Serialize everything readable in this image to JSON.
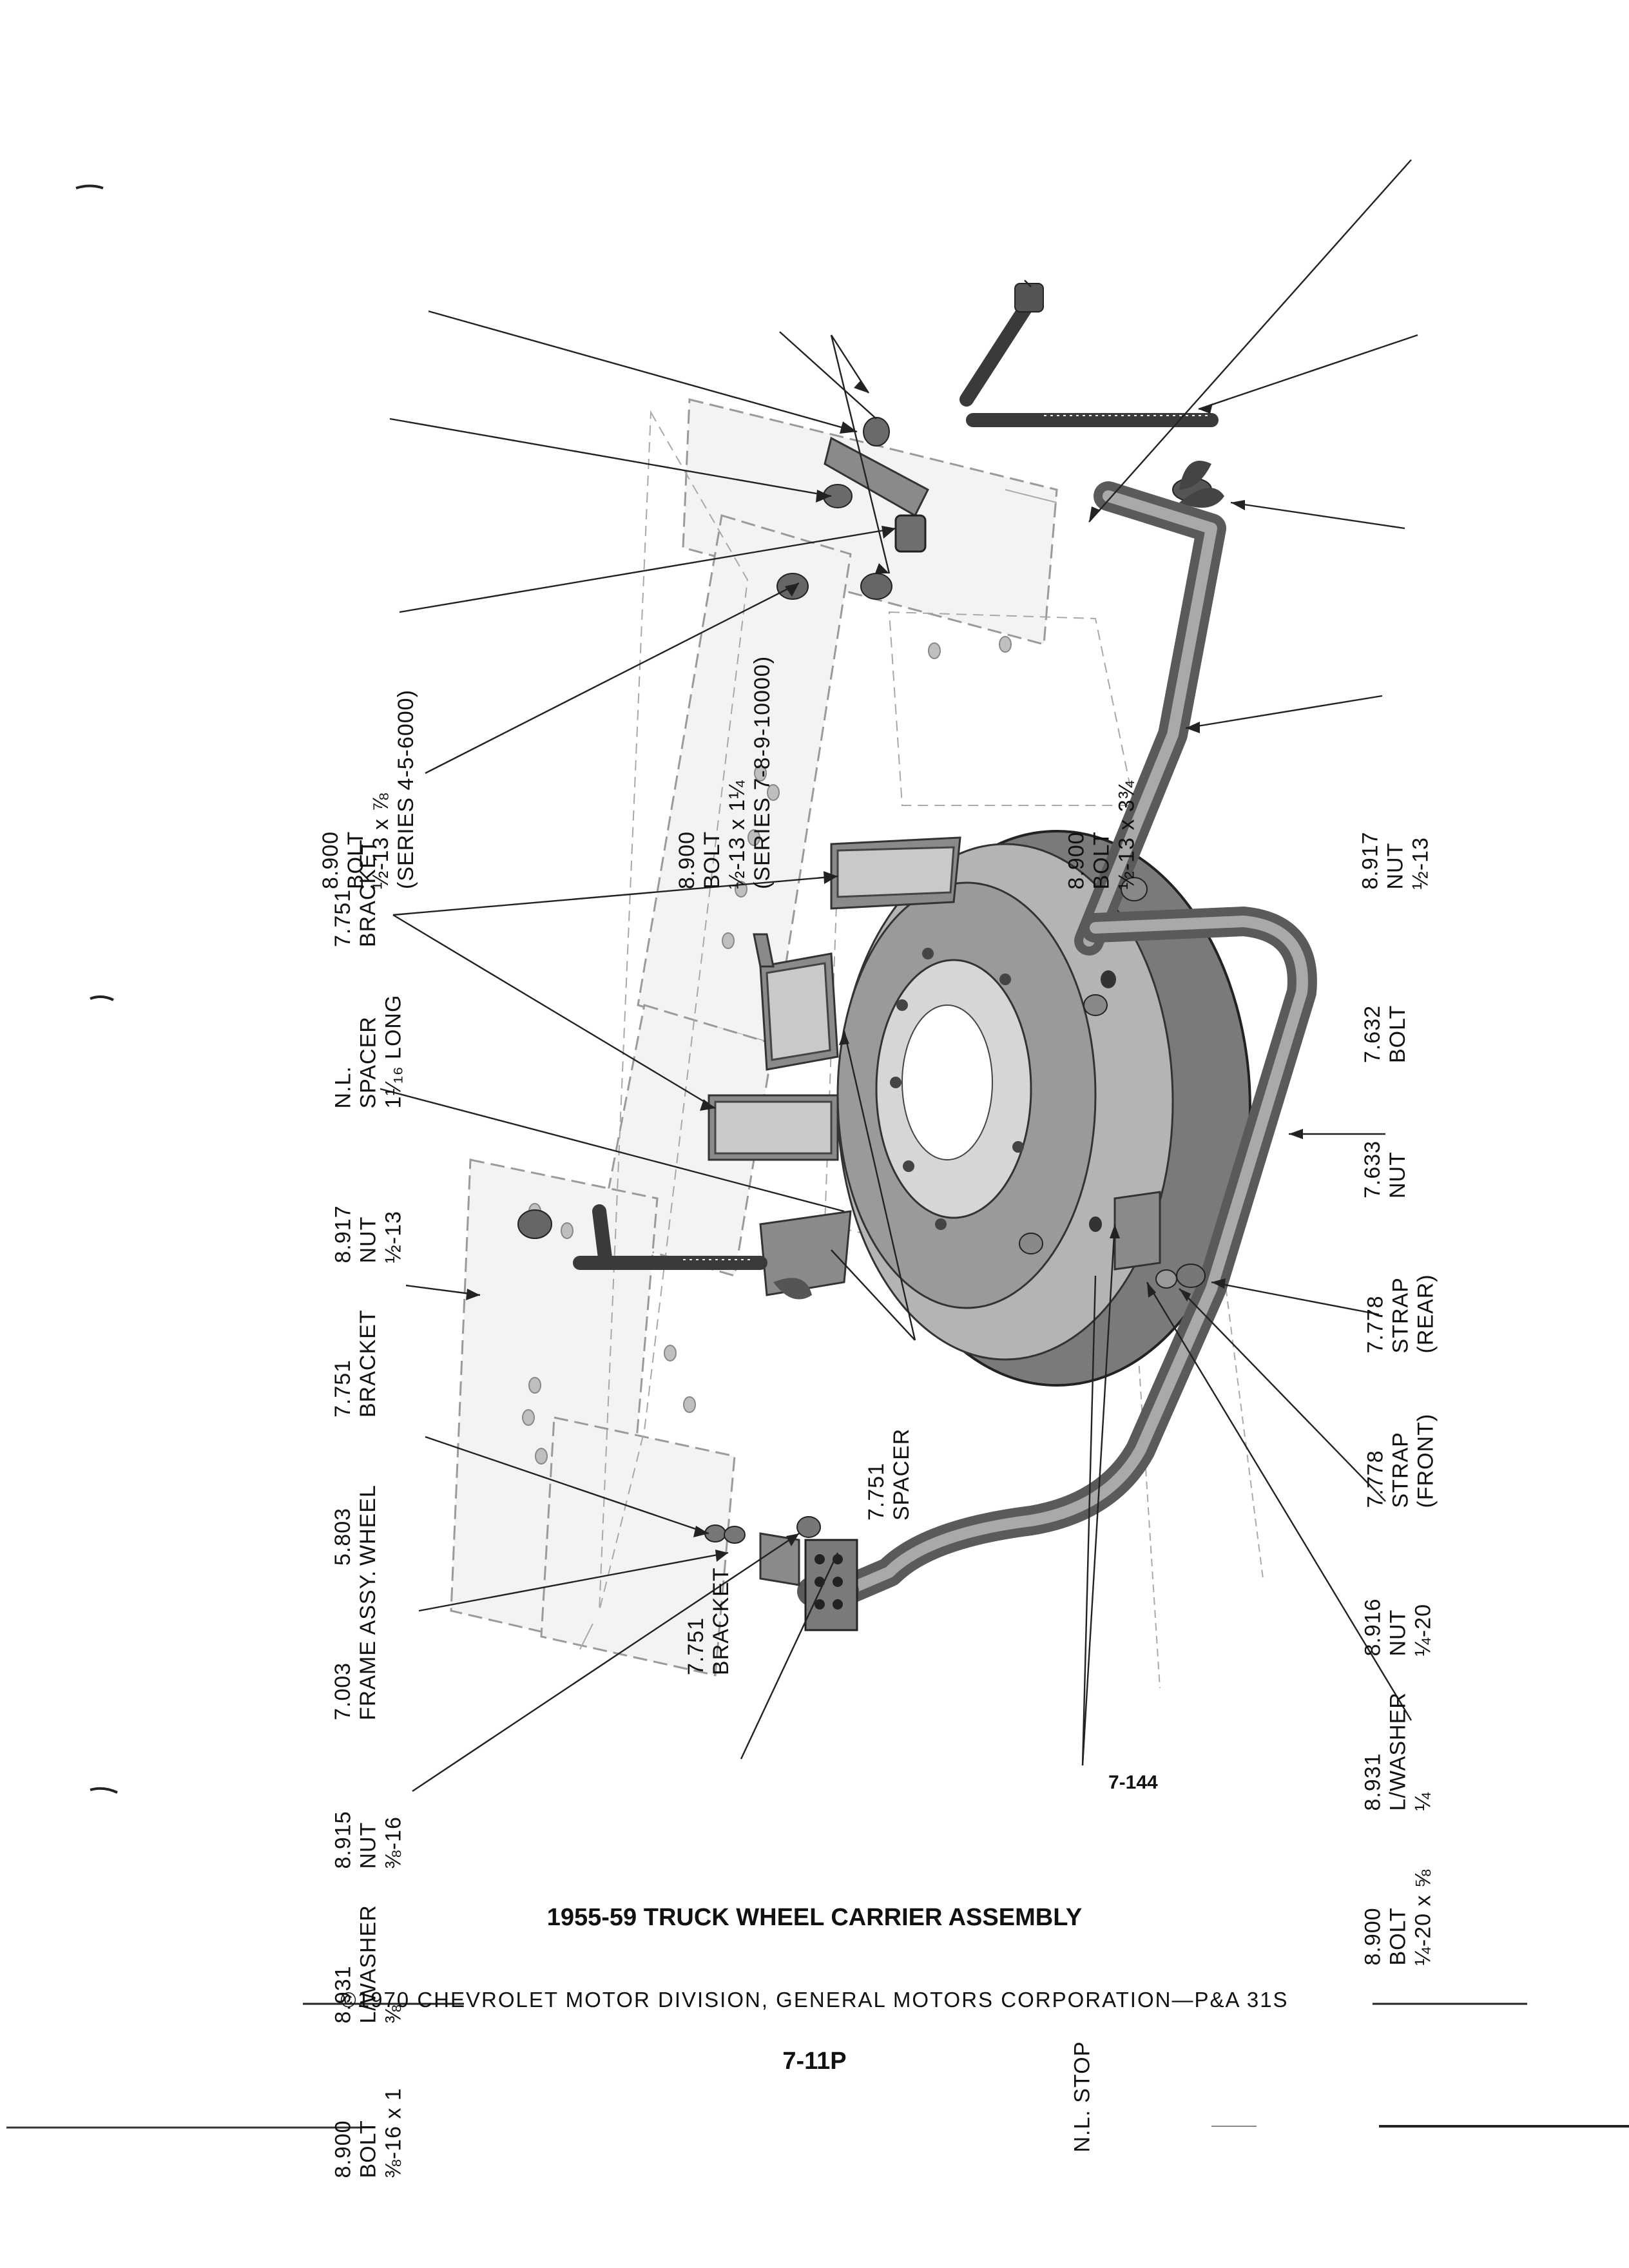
{
  "callouts": [
    {
      "id": "bolt-half-13-x-seven-eighths",
      "lines": [
        "8.900",
        "BOLT",
        "½-13 x ⅞",
        "(SERIES 4-5-6000)"
      ]
    },
    {
      "id": "bracket-upper",
      "lines": [
        "7.751",
        "BRACKET"
      ]
    },
    {
      "id": "spacer-nl",
      "lines": [
        "N.L.",
        "SPACER",
        "1¹⁄₁₆ LONG"
      ]
    },
    {
      "id": "nut-half-13-left",
      "lines": [
        "8.917",
        "NUT",
        "½-13"
      ]
    },
    {
      "id": "bracket-middle",
      "lines": [
        "7.751",
        "BRACKET"
      ]
    },
    {
      "id": "wheel",
      "lines": [
        "5.803",
        "WHEEL"
      ]
    },
    {
      "id": "frame-assy",
      "lines": [
        "7.003",
        "FRAME ASSY."
      ]
    },
    {
      "id": "nut-three-eighths-16",
      "lines": [
        "8.915",
        "NUT",
        "⅜-16"
      ]
    },
    {
      "id": "lock-washer-three-eighths",
      "lines": [
        "8.931",
        "L/WASHER",
        "⅜"
      ]
    },
    {
      "id": "bolt-three-eighths-16-x-1",
      "lines": [
        "8.900",
        "BOLT",
        "⅜-16 x 1"
      ]
    },
    {
      "id": "bolt-half-13-x-one-quarter",
      "lines": [
        "8.900",
        "BOLT",
        "½-13 x 1¼",
        "(SERIES 7-8-9-10000)"
      ]
    },
    {
      "id": "spacer-lower",
      "lines": [
        "7.751",
        "SPACER"
      ]
    },
    {
      "id": "bracket-lower",
      "lines": [
        "7.751",
        "BRACKET"
      ]
    },
    {
      "id": "stop-nl",
      "lines": [
        "N.L. STOP"
      ]
    },
    {
      "id": "bolt-half-13-x-three-quarter",
      "lines": [
        "8.900",
        "BOLT",
        "½-13 x 3¾"
      ]
    },
    {
      "id": "nut-half-13-right",
      "lines": [
        "8.917",
        "NUT",
        "½-13"
      ]
    },
    {
      "id": "bolt-732",
      "lines": [
        "7.632",
        "BOLT"
      ]
    },
    {
      "id": "nut-wing",
      "lines": [
        "7.633",
        "NUT"
      ]
    },
    {
      "id": "strap-rear",
      "lines": [
        "7.778",
        "STRAP",
        "(REAR)"
      ]
    },
    {
      "id": "strap-front",
      "lines": [
        "7.778",
        "STRAP",
        "(FRONT)"
      ]
    },
    {
      "id": "nut-quarter-20",
      "lines": [
        "8.916",
        "NUT",
        "¼-20"
      ]
    },
    {
      "id": "lock-washer-quarter",
      "lines": [
        "8.931",
        "L/WASHER",
        "¼"
      ]
    },
    {
      "id": "bolt-quarter-20",
      "lines": [
        "8.900",
        "BOLT",
        "¼-20 x ⅝"
      ]
    }
  ],
  "figure_number": "7-144",
  "title": "1955-59 TRUCK WHEEL CARRIER ASSEMBLY",
  "copyright": "©1970 CHEVROLET MOTOR DIVISION, GENERAL MOTORS CORPORATION—P&A 31S",
  "page_number": "7-11P"
}
